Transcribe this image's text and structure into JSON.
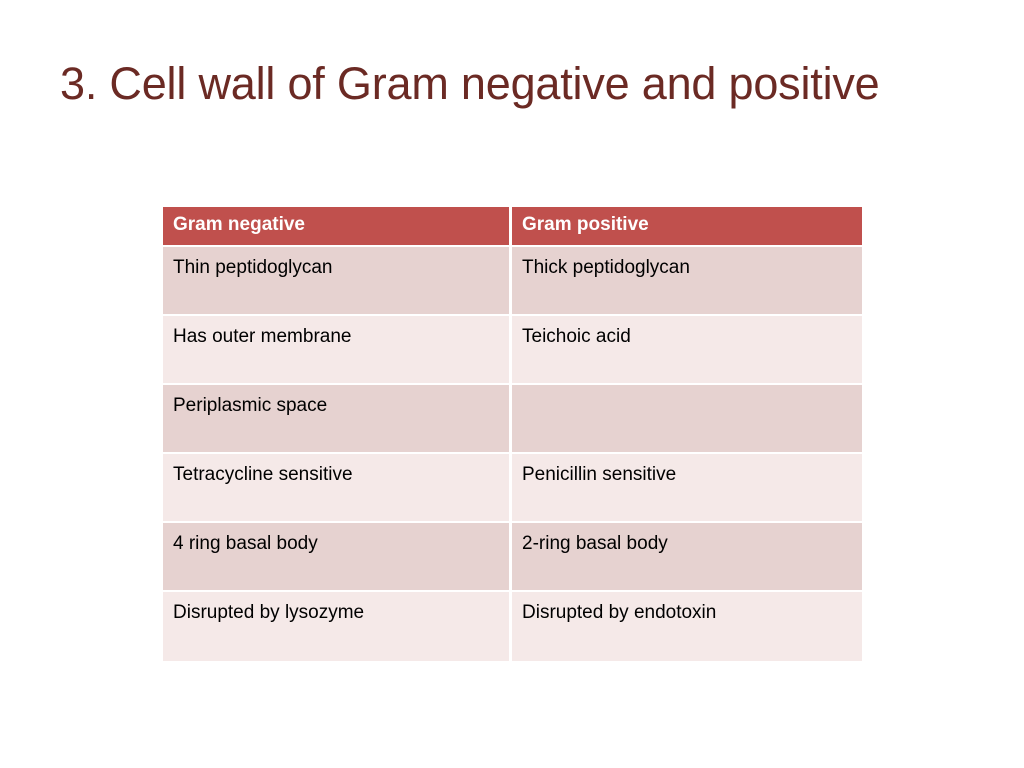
{
  "slide": {
    "title": "3. Cell wall of Gram negative and positive",
    "title_color": "#6b2a24",
    "background_color": "#ffffff"
  },
  "table": {
    "header_background": "#c0504d",
    "header_text_color": "#ffffff",
    "row_band_dark": "#e6d2d0",
    "row_band_light": "#f5e9e8",
    "columns": [
      {
        "label": "Gram negative"
      },
      {
        "label": "Gram positive"
      }
    ],
    "rows": [
      {
        "gram_negative": "Thin peptidoglycan",
        "gram_positive": "Thick peptidoglycan"
      },
      {
        "gram_negative": "Has outer membrane",
        "gram_positive": "Teichoic acid"
      },
      {
        "gram_negative": "Periplasmic space",
        "gram_positive": ""
      },
      {
        "gram_negative": "Tetracycline sensitive",
        "gram_positive": "Penicillin sensitive"
      },
      {
        "gram_negative": "4 ring basal body",
        "gram_positive": "2-ring basal body"
      },
      {
        "gram_negative": "Disrupted by lysozyme",
        "gram_positive": "Disrupted by endotoxin"
      }
    ]
  }
}
